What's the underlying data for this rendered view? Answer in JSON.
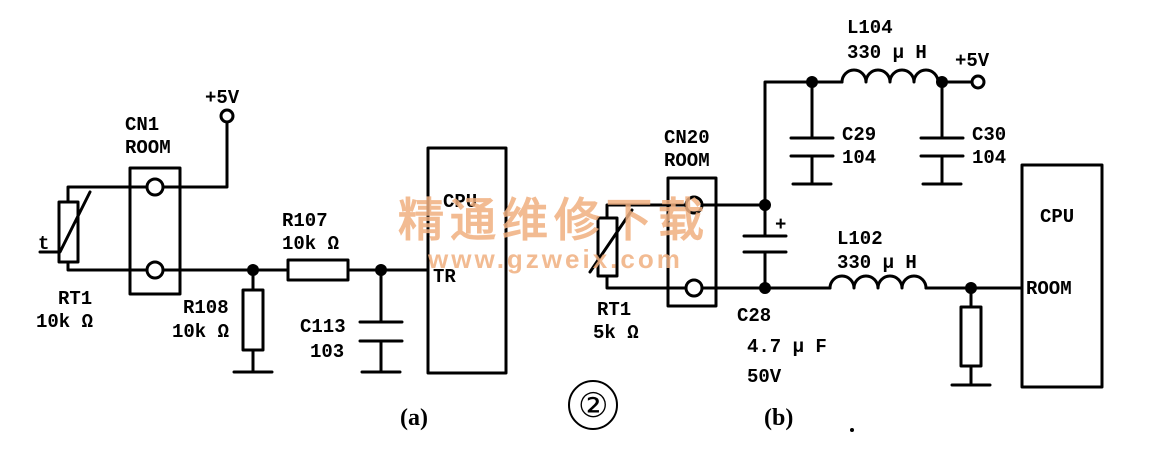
{
  "watermark": {
    "title": "精通维修下载",
    "url": "www.gzweix.com"
  },
  "figure_number": "②",
  "circuit_a": {
    "caption": "(a)",
    "supply": "+5V",
    "connector": {
      "name": "CN1",
      "type": "ROOM"
    },
    "thermistor": {
      "name": "RT1",
      "value": "10k Ω",
      "temp_symbol": "t"
    },
    "r107": {
      "name": "R107",
      "value": "10k Ω"
    },
    "r108": {
      "name": "R108",
      "value": "10k Ω"
    },
    "c113": {
      "name": "C113",
      "value": "103"
    },
    "cpu": {
      "name": "CPU",
      "pin": "TR"
    }
  },
  "circuit_b": {
    "caption": "(b)",
    "supply": "+5V",
    "connector": {
      "name": "CN20",
      "type": "ROOM"
    },
    "thermistor": {
      "name": "RT1",
      "value": "5k Ω"
    },
    "l104": {
      "name": "L104",
      "value": "330 μ H"
    },
    "l102": {
      "name": "L102",
      "value": "330 μ H"
    },
    "c29": {
      "name": "C29",
      "value": "104"
    },
    "c30": {
      "name": "C30",
      "value": "104"
    },
    "c28": {
      "name": "C28",
      "value": "4.7 μ F",
      "voltage": "50V",
      "polarity": "+"
    },
    "cpu": {
      "name": "CPU",
      "pin": "ROOM"
    }
  }
}
